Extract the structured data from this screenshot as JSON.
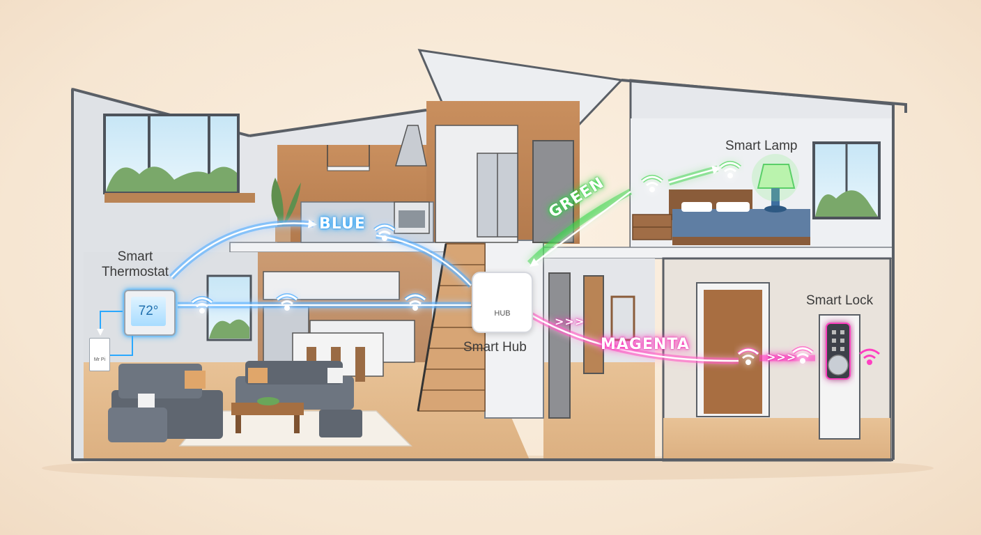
{
  "labels": {
    "thermostat_line1": "Smart",
    "thermostat_line2": "Thermostat",
    "hub": "Smart Hub",
    "lamp": "Smart Lamp",
    "lock": "Smart Lock"
  },
  "devices": {
    "hub_badge": "HUB",
    "thermostat_reading": "72°",
    "wall_plate_text": "Mr Pi"
  },
  "signals": {
    "blue": "BLUE",
    "green": "GREEN",
    "magenta": "MAGENTA",
    "magenta_chevrons": ">>>"
  },
  "colors": {
    "blue": "#2aa8ff",
    "green": "#34d74a",
    "magenta": "#ff3fc1",
    "wall": "#d9dce1",
    "floor": "#e3b98a",
    "wood": "#c98f5e"
  },
  "icons": [
    "wifi-icon",
    "arrow-icon",
    "window-icon",
    "sofa-icon",
    "lamp-icon",
    "keypad-lock-icon",
    "hub-icon",
    "thermostat-icon"
  ]
}
